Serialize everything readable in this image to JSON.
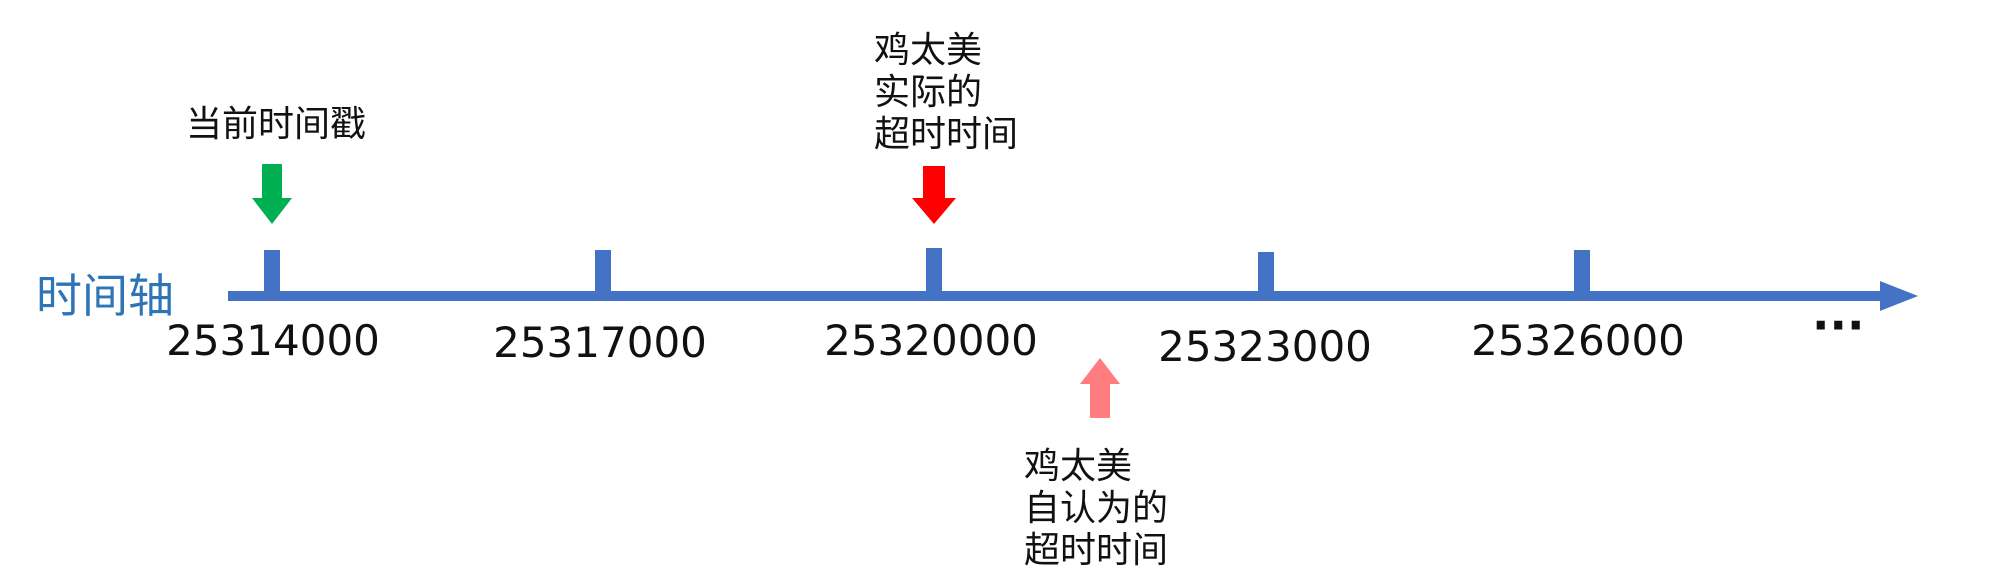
{
  "axis": {
    "title": "时间轴",
    "ticks": [
      "25314000",
      "25317000",
      "25320000",
      "25323000",
      "25326000"
    ],
    "ellipsis": "···"
  },
  "annotations": {
    "current_timestamp": "当前时间戳",
    "actual_timeout": [
      "鸡太美",
      "实际的",
      "超时时间"
    ],
    "assumed_timeout": [
      "鸡太美",
      "自认为的",
      "超时时间"
    ]
  },
  "colors": {
    "axis": "#4472C4",
    "axis_title": "#2E75B6",
    "current_arrow": "#00B050",
    "actual_arrow": "#FF0000",
    "assumed_arrow": "#FF7C80"
  },
  "icons": {
    "current_marker": "down-arrow-icon",
    "actual_marker": "down-arrow-icon",
    "assumed_marker": "up-arrow-icon"
  }
}
